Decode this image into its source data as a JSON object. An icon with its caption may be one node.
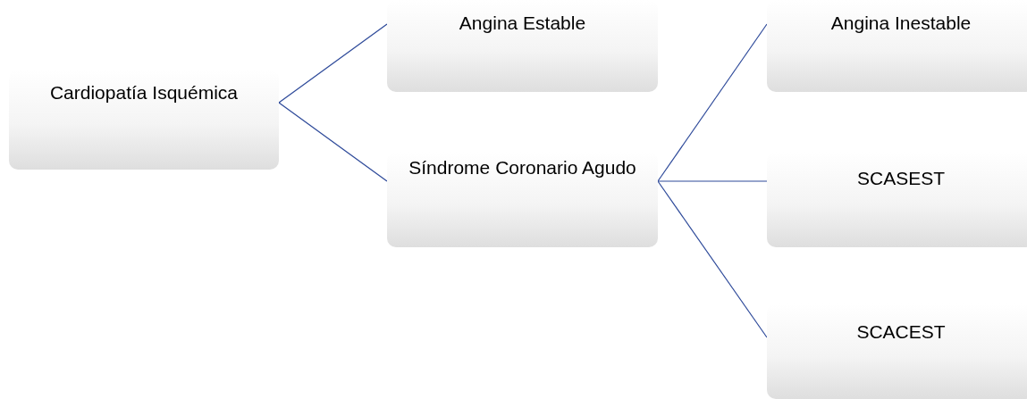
{
  "diagram": {
    "nodes": [
      {
        "text": [
          "Cardiopatía Isquémica"
        ]
      },
      {
        "text": [
          "Angina Estable"
        ]
      },
      {
        "text": [
          "Síndrome Coronario Agudo"
        ]
      },
      {
        "text": [
          "Angina Inestable"
        ]
      },
      {
        "text": [
          "SCASEST"
        ]
      },
      {
        "text": [
          "SCACEST"
        ]
      }
    ],
    "edges": [
      {
        "from": 0,
        "to": 1,
        "arrow": "none"
      },
      {
        "from": 0,
        "to": 2,
        "arrow": "none"
      },
      {
        "from": 2,
        "to": 3,
        "arrow": "none"
      },
      {
        "from": 2,
        "to": 4,
        "arrow": "none"
      },
      {
        "from": 2,
        "to": 5,
        "arrow": "none"
      }
    ]
  }
}
